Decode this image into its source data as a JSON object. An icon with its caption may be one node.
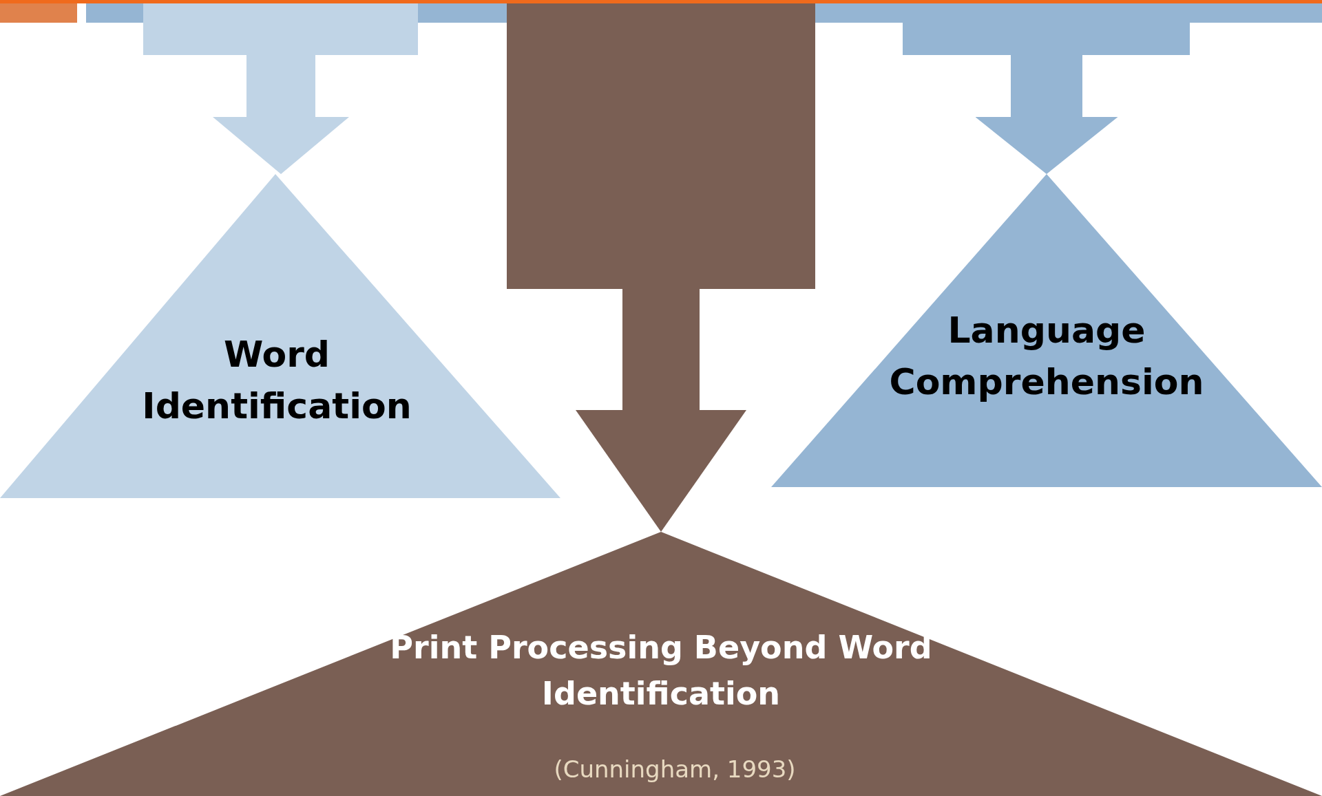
{
  "diagram": {
    "nodes": [
      {
        "text": [
          "Word Identification"
        ]
      },
      {
        "text": [
          "Language Comprehension"
        ]
      },
      {
        "text": [
          "Print Processing Beyond Word Identification",
          "(Cunningham, 1993)"
        ]
      }
    ],
    "edges": [
      {
        "from": null,
        "to": 0,
        "arrow": "to",
        "color": "#c0d4e6"
      },
      {
        "from": null,
        "to": 2,
        "arrow": "to",
        "color": "#7a5f54"
      },
      {
        "from": null,
        "to": 1,
        "arrow": "to",
        "color": "#95b5d3"
      }
    ]
  }
}
